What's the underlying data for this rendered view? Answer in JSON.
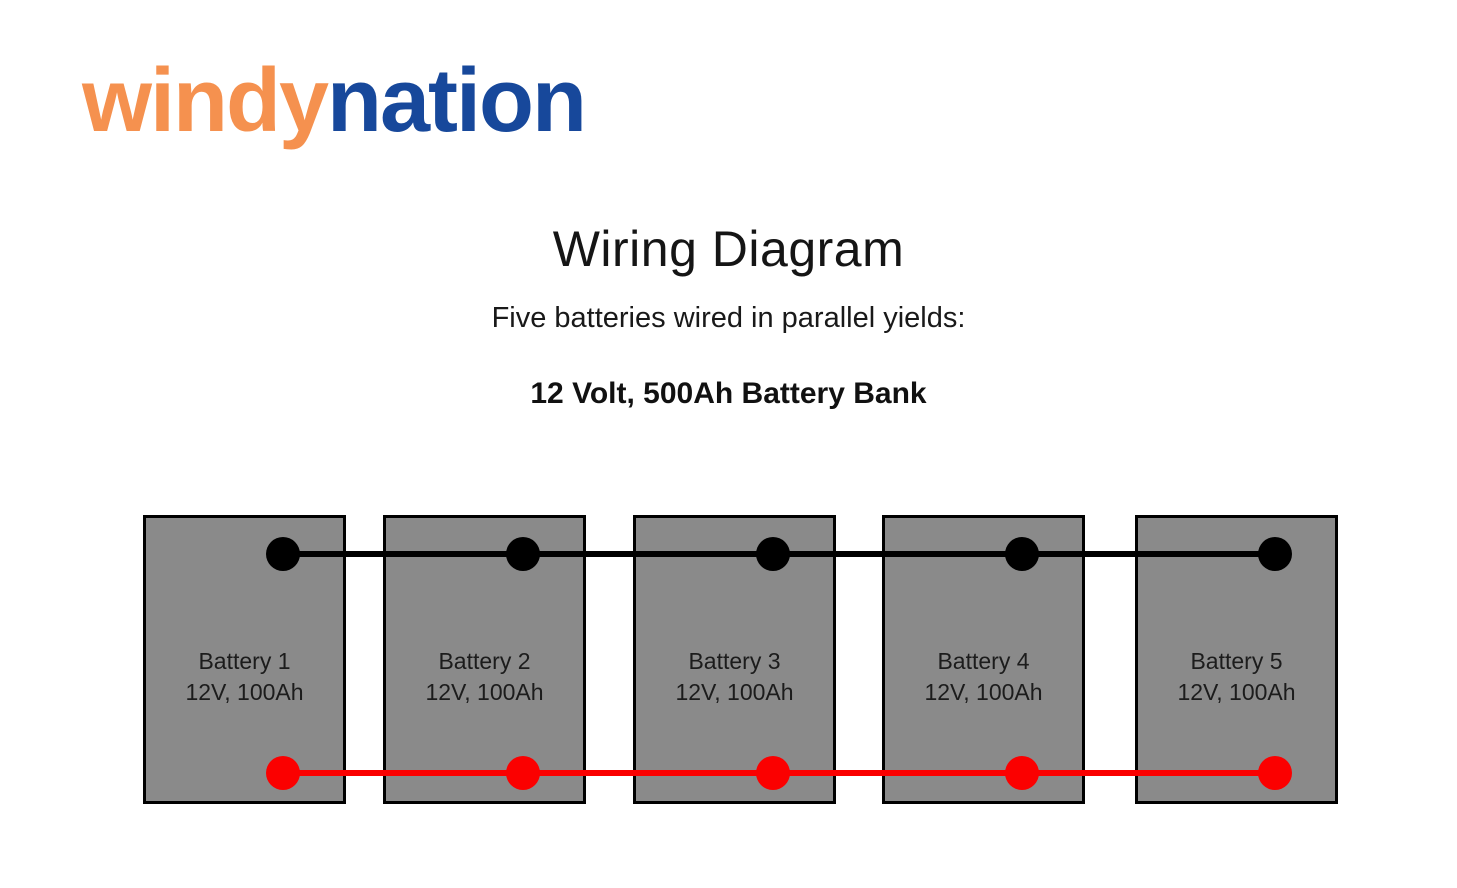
{
  "logo": {
    "windy": "windy",
    "nation": "nation"
  },
  "header": {
    "title": "Wiring Diagram",
    "subtitle": "Five batteries wired in parallel yields:",
    "result_line": "12 Volt, 500Ah Battery Bank"
  },
  "batteries": [
    {
      "name": "Battery 1",
      "spec": "12V, 100Ah"
    },
    {
      "name": "Battery 2",
      "spec": "12V, 100Ah"
    },
    {
      "name": "Battery 3",
      "spec": "12V, 100Ah"
    },
    {
      "name": "Battery 4",
      "spec": "12V, 100Ah"
    },
    {
      "name": "Battery 5",
      "spec": "12V, 100Ah"
    }
  ],
  "wires": {
    "top_wire": "black",
    "bottom_wire": "red"
  },
  "colors": {
    "logo-orange": "#F5914F",
    "logo-navy": "#17489B",
    "box-gray": "#8A8A8A",
    "wire-black": "#000000",
    "wire-red": "#FB0000",
    "page-bg": "#FFFFFF"
  }
}
